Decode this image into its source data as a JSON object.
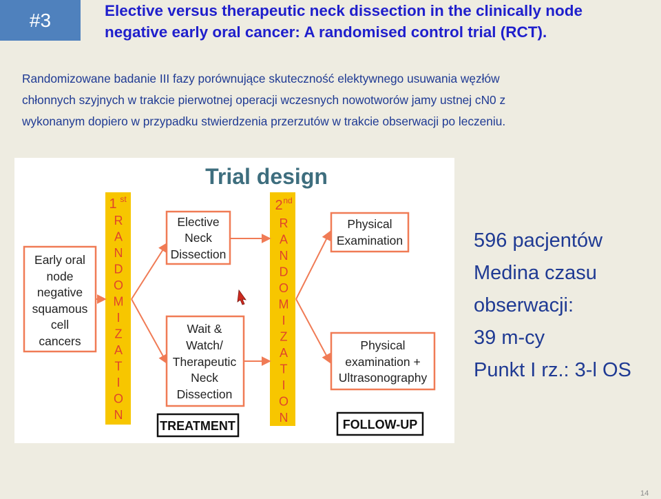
{
  "slide": {
    "badge": "#3",
    "title_lines": [
      "Elective versus therapeutic neck dissection in the clinically node",
      "negative early oral cancer: A randomised control trial (RCT)."
    ],
    "description_lines": [
      "Randomizowane badanie III fazy porównujące skuteczność elektywnego usuwania węzłów",
      "chłonnych szyjnych w trakcie pierwotnej operacji wczesnych nowotworów jamy ustnej cN0 z",
      "wykonanym dopiero w przypadku stwierdzenia przerzutów w trakcie obserwacji po leczeniu."
    ],
    "stats_lines": [
      "596 pacjentów",
      "Medina czasu",
      "obserwacji:",
      "39 m-cy",
      "Punkt I rz.: 3-l OS"
    ],
    "page_number": "14"
  },
  "figure": {
    "title": "Trial design",
    "start_box_lines": [
      "Early oral",
      "node",
      "negative",
      "squamous",
      "cell",
      "cancers"
    ],
    "rand1_label": "1",
    "rand1_sup": "st",
    "rand2_label": "2",
    "rand2_sup": "nd",
    "rand_letters": [
      "R",
      "A",
      "N",
      "D",
      "O",
      "M",
      "I",
      "Z",
      "A",
      "T",
      "I",
      "O",
      "N"
    ],
    "elective_lines": [
      "Elective",
      "Neck",
      "Dissection"
    ],
    "wait_lines": [
      "Wait &",
      "Watch/",
      "Therapeutic",
      "Neck",
      "Dissection"
    ],
    "physical_lines": [
      "Physical",
      "Examination"
    ],
    "physical_us_lines": [
      "Physical",
      "examination +",
      "Ultrasonography"
    ],
    "treatment_label": "TREATMENT",
    "followup_label": "FOLLOW-UP"
  },
  "colors": {
    "accent_title": "#1f1fcc",
    "text_blue": "#1f3a93",
    "badge_bg": "#4f81bd",
    "slide_bg": "#eeece1",
    "figure_orange": "#f07b55",
    "figure_yellow": "#f7c600",
    "figure_title": "#3e6e7e",
    "randomization_text": "#e0452a"
  }
}
